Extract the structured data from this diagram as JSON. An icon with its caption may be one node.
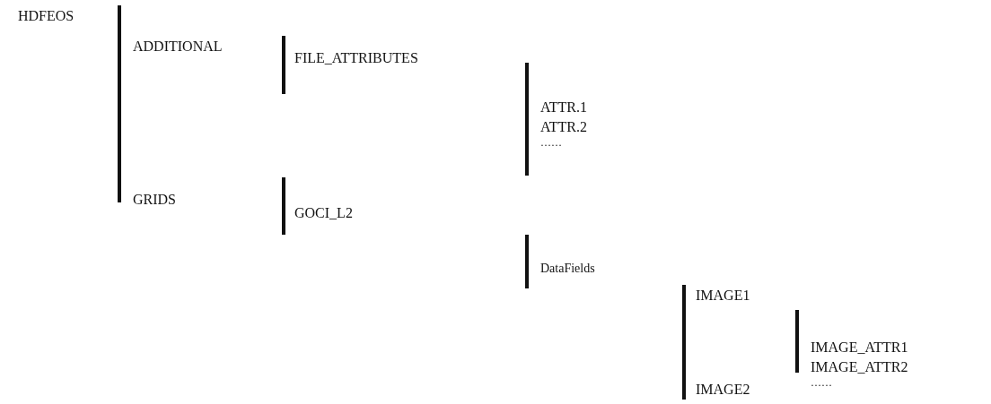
{
  "diagram": {
    "labels": [
      "HDFEOS",
      "ADDITIONAL",
      "FILE_ATTRIBUTES",
      "ATTR.1",
      "ATTR.2",
      "……",
      "GRIDS",
      "GOCI_L2",
      "DataFields",
      "IMAGE1",
      "IMAGE_ATTR1",
      "IMAGE_ATTR2",
      "……",
      "IMAGE2"
    ]
  }
}
